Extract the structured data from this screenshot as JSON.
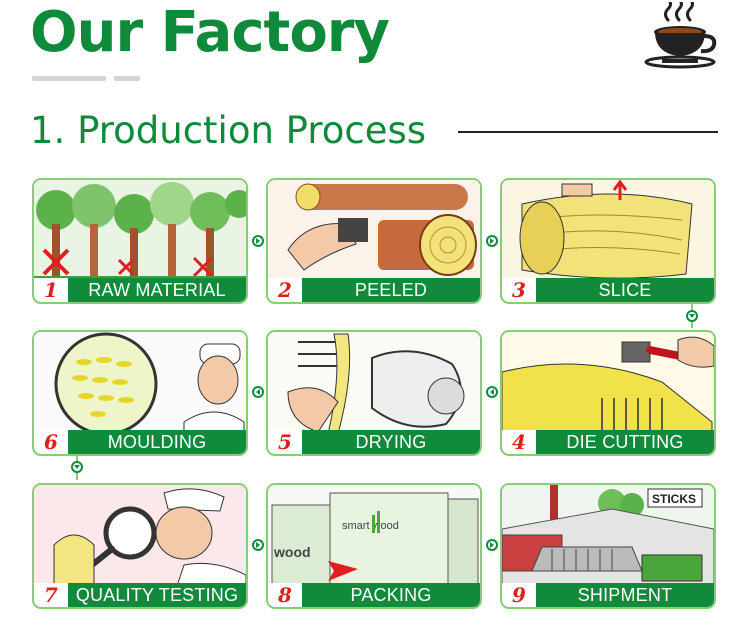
{
  "header": {
    "title": "Our Factory",
    "subtitle": "1. Production Process"
  },
  "icons": {
    "coffee": "coffee-cup-icon",
    "arrow": "chevron-circle-icon"
  },
  "colors": {
    "brand_green": "#0f8a3a",
    "label_green": "#118a3c",
    "border_green": "#87cc77",
    "number_red": "#e21d1d"
  },
  "steps": [
    {
      "num": "1",
      "label": "RAW MATERIAL"
    },
    {
      "num": "2",
      "label": "PEELED"
    },
    {
      "num": "3",
      "label": "SLICE"
    },
    {
      "num": "4",
      "label": "DIE CUTTING"
    },
    {
      "num": "5",
      "label": "DRYING"
    },
    {
      "num": "6",
      "label": "MOULDING"
    },
    {
      "num": "7",
      "label": "QUALITY TESTING"
    },
    {
      "num": "8",
      "label": "PACKING"
    },
    {
      "num": "9",
      "label": "SHIPMENT"
    }
  ],
  "illustration_text": {
    "packing_brand": "smart wood",
    "packing_side": "wood",
    "shipment_sign": "STICKS"
  }
}
